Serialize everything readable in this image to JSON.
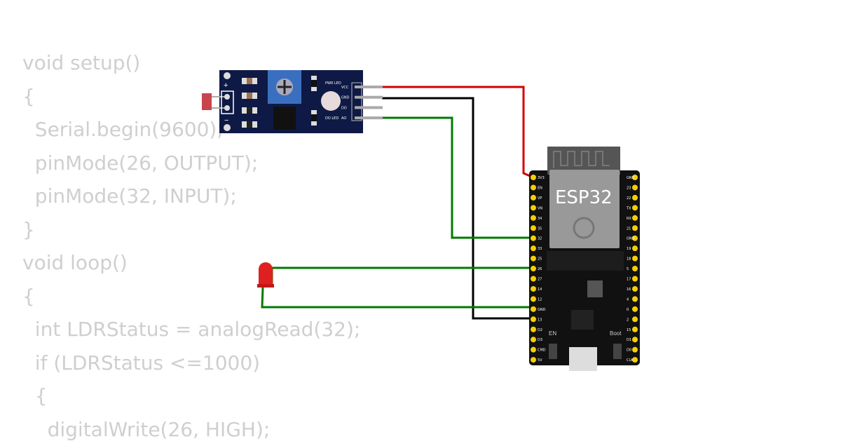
{
  "code_lines": [
    "void setup()",
    "{",
    "  Serial.begin(9600);",
    "  pinMode(26, OUTPUT);",
    "  pinMode(32, INPUT);",
    "}",
    "void loop()",
    "{",
    "  int LDRStatus = analogRead(32);",
    "  if (LDRStatus <=1000)",
    "  {",
    "    digitalWrite(26, HIGH);"
  ],
  "ldr_module": {
    "pins": [
      "VCC",
      "GND",
      "DO",
      "AO"
    ],
    "pwr_led_label": "PWR LED",
    "do_led_label": "DO LED",
    "plus": "+",
    "minus": "−"
  },
  "esp32": {
    "label": "ESP32",
    "left_pins": [
      "3V3",
      "EN",
      "VP",
      "VN",
      "34",
      "35",
      "32",
      "33",
      "25",
      "26",
      "27",
      "14",
      "12",
      "GND",
      "13",
      "D2",
      "D3",
      "CMD",
      "5V"
    ],
    "right_pins": [
      "GND",
      "23",
      "22",
      "TX",
      "RX",
      "21",
      "GND",
      "19",
      "18",
      "5",
      "17",
      "16",
      "4",
      "0",
      "2",
      "15",
      "D1",
      "D0",
      "CLK"
    ],
    "en_label": "EN",
    "boot_label": "Boot"
  },
  "wire_colors": {
    "vcc": "#d00000",
    "gnd": "#000000",
    "signal": "#007a00"
  }
}
